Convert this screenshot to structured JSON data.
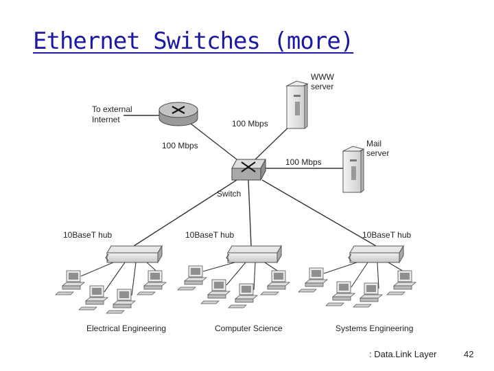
{
  "title": "Ethernet Switches (more)",
  "labels": {
    "external": [
      "To external",
      "Internet"
    ],
    "www_server": [
      "WWW",
      "server"
    ],
    "mail_server": [
      "Mail",
      "server"
    ],
    "link_router_switch": "100 Mbps",
    "link_www_switch": "100 Mbps",
    "link_mail_switch": "100 Mbps",
    "switch": "Switch",
    "hub_left": "10BaseT hub",
    "hub_center": "10BaseT hub",
    "hub_right": "10BaseT hub",
    "dept_left": "Electrical Engineering",
    "dept_center": "Computer Science",
    "dept_right": "Systems Engineering"
  },
  "footer": {
    "section": ": Data.Link Layer",
    "page": "42"
  },
  "icons": {
    "router": "router-icon",
    "switch": "switch-icon",
    "server": "server-icon",
    "hub": "hub-icon",
    "computer": "computer-icon"
  }
}
